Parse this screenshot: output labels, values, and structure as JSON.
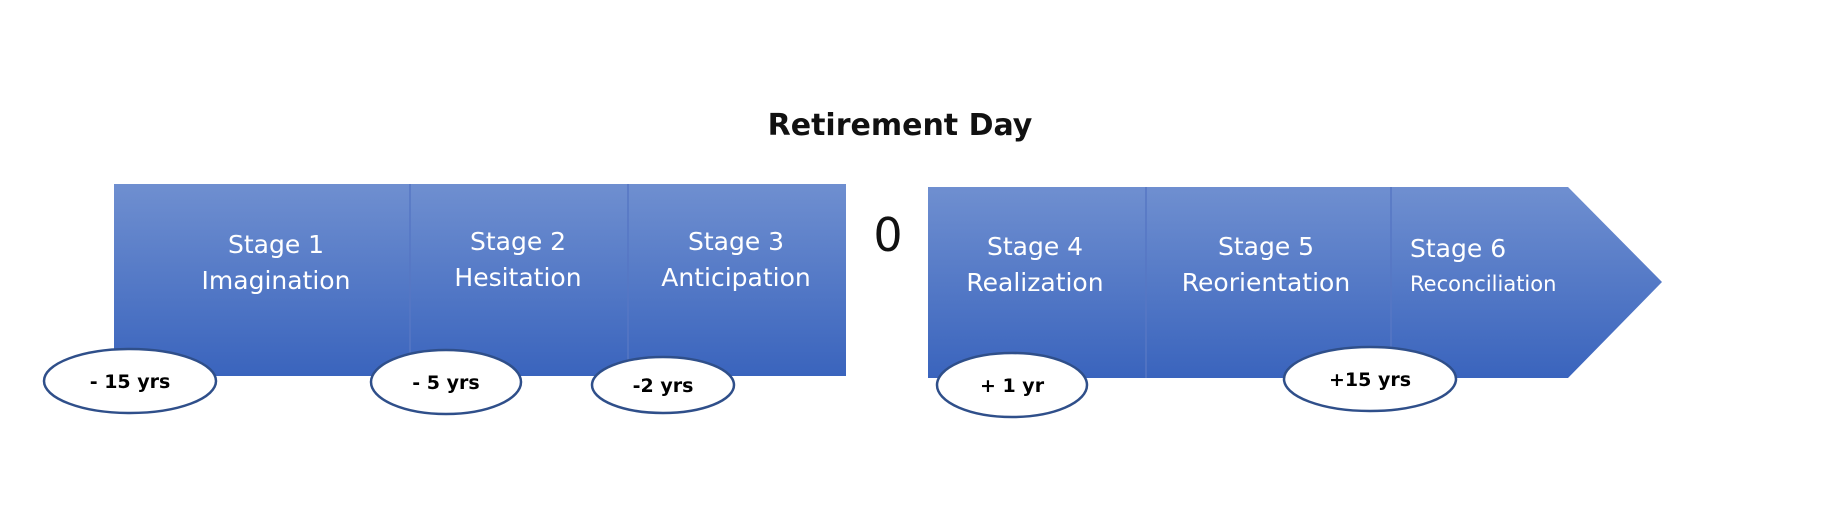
{
  "title": "Retirement Day",
  "zero_label": "0",
  "colors": {
    "block_top": "#6f8fd0",
    "block_bottom": "#3a64bd",
    "divider": "#5677c4",
    "ellipse_stroke": "#2f4f8a",
    "text_on_block": "#ffffff"
  },
  "stages": [
    {
      "number": "Stage 1",
      "name": "Imagination"
    },
    {
      "number": "Stage 2",
      "name": "Hesitation"
    },
    {
      "number": "Stage 3",
      "name": "Anticipation"
    },
    {
      "number": "Stage 4",
      "name": "Realization"
    },
    {
      "number": "Stage 5",
      "name": "Reorientation"
    },
    {
      "number": "Stage 6",
      "name": "Reconciliation"
    }
  ],
  "timepoints": [
    "- 15 yrs",
    "- 5 yrs",
    "-2 yrs",
    "+ 1 yr",
    "+15 yrs"
  ]
}
